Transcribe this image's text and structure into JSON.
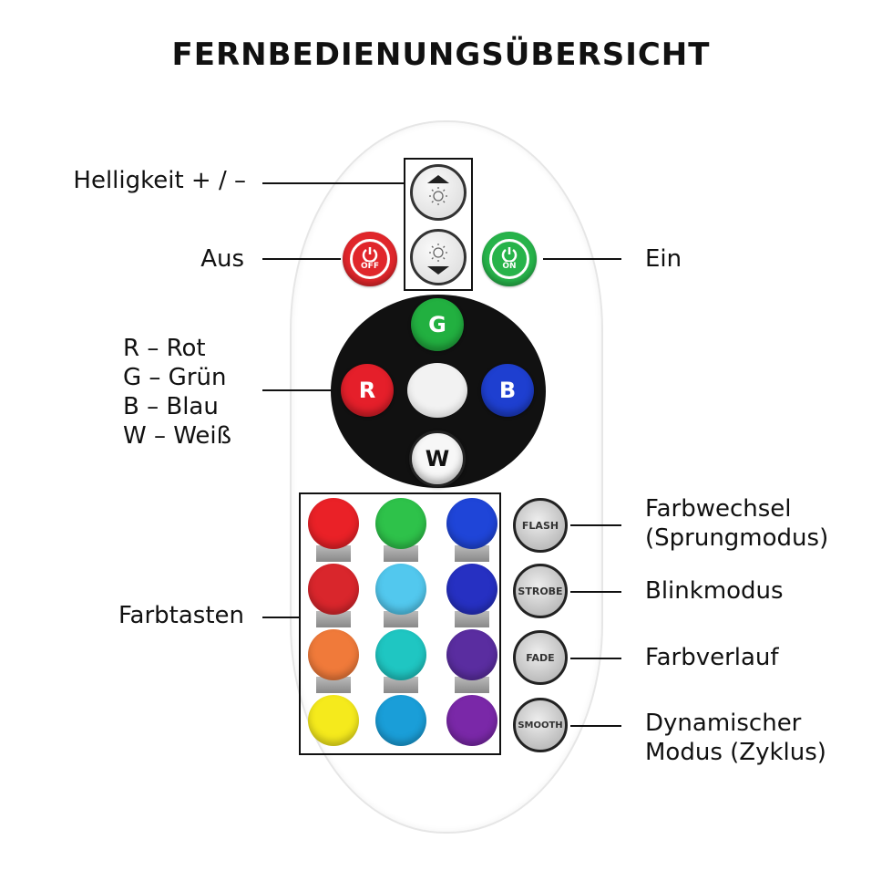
{
  "title": "FERNBEDIENUNGSÜBERSICHT",
  "labels": {
    "brightness": "Helligkeit + / –",
    "off": "Aus",
    "on": "Ein",
    "rgb_lines": [
      "R – Rot",
      "G – Grün",
      "B – Blau",
      "W – Weiß"
    ],
    "color_keys": "Farbtasten",
    "flash_line1": "Farbwechsel",
    "flash_line2": "(Sprungmodus)",
    "strobe": "Blinkmodus",
    "fade": "Farbverlauf",
    "smooth_line1": "Dynamischer",
    "smooth_line2": "Modus (Zyklus)"
  },
  "buttons": {
    "off_text": "OFF",
    "on_text": "ON",
    "g": "G",
    "r": "R",
    "b": "B",
    "w": "W",
    "flash": "FLASH",
    "strobe": "STROBE",
    "fade": "FADE",
    "smooth": "SMOOTH"
  },
  "colors": {
    "off": "#e0262b",
    "on": "#27b34a",
    "red": "#e51f2a",
    "green": "#22b040",
    "blue": "#1e3fd0",
    "grid": [
      [
        "#ea2127",
        "#2ec24a",
        "#1f45d8"
      ],
      [
        "#d9262c",
        "#52c8ee",
        "#2630c2"
      ],
      [
        "#f07a3a",
        "#1fc6c2",
        "#5a2da0"
      ],
      [
        "#f5ea1c",
        "#1a9ed8",
        "#7a28a8"
      ]
    ]
  }
}
